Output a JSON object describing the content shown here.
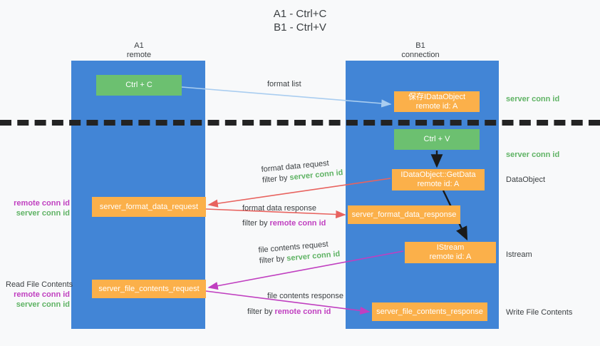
{
  "title": "A1 - Ctrl+C\nB1 - Ctrl+V",
  "lanes": [
    {
      "name": "A1",
      "sub": "remote"
    },
    {
      "name": "B1",
      "sub": "connection"
    }
  ],
  "boxes": {
    "ctrl_c": "Ctrl + C",
    "save_idataobject": "保存IDataObject\nremote id: A",
    "ctrl_v": "Ctrl + V",
    "get_data": "IDataObject::GetData\nremote id: A",
    "format_data_request": "server_format_data_request",
    "format_data_response": "server_format_data_response",
    "istream": "IStream\nremote id: A",
    "file_contents_request": "server_file_contents_request",
    "file_contents_response": "server_file_contents_response"
  },
  "side_labels": {
    "server_conn_id_top": "server conn id",
    "server_conn_id_mid": "server conn id",
    "dataobject": "DataObject",
    "istream": "Istream",
    "write_file_contents": "Write File Contents"
  },
  "left_labels": {
    "format_remote": "remote conn id",
    "format_server": "server conn id",
    "read_file_contents": "Read File Contents",
    "file_remote": "remote conn id",
    "file_server": "server conn id"
  },
  "arrow_labels": {
    "format_list": "format list",
    "format_data_request": "format data request",
    "format_data_request_filter_prefix": "filter by ",
    "format_data_request_filter_value": "server conn id",
    "format_data_response": "format data response",
    "format_data_response_filter_prefix": "filter by ",
    "format_data_response_filter_value": "remote conn id",
    "file_contents_request": "file contents request",
    "file_contents_request_filter_prefix": "filter by ",
    "file_contents_request_filter_value": "server conn id",
    "file_contents_response": "file contents response",
    "file_contents_response_filter_prefix": "filter by ",
    "file_contents_response_filter_value": "remote conn id"
  },
  "colors": {
    "lane_panel": "#4285d6",
    "box_green": "#6cc070",
    "box_orange": "#fbb04a",
    "server_conn_id": "#5fb364",
    "remote_conn_id": "#c03fc0",
    "arrow_light_blue": "#a9cdf0",
    "arrow_red": "#e8635f",
    "arrow_magenta": "#c03fc0",
    "arrow_black": "#1a1a1a",
    "background": "#f8f9fa"
  }
}
